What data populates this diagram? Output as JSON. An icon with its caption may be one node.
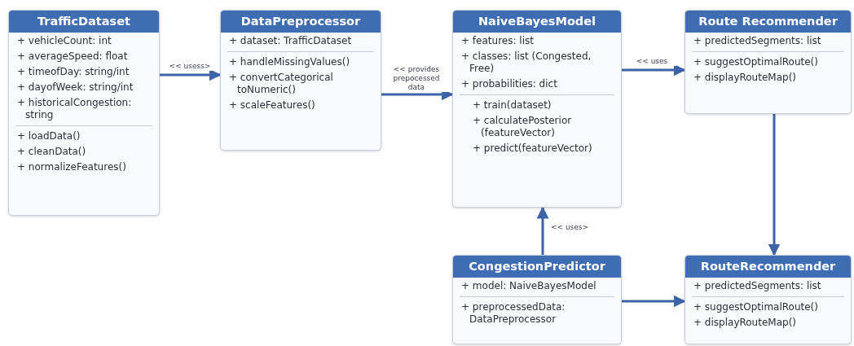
{
  "diagram": {
    "nodes": [
      {
        "text": [
          "TrafficDataset",
          "+ vehicleCount: int",
          "+ averageSpeed: float",
          "+ timeofDay: string/int",
          "+ dayofWeek: string/int",
          "+ historicalCongestion: string",
          "+ loadData()",
          "+ cleanData()",
          "+ normalizeFeatures()"
        ]
      },
      {
        "text": [
          "DataPreprocessor",
          "+ dataset: TrafficDataset",
          "+ handleMissingValues()",
          "+ convertCategorical toNumeric()",
          "+ scaleFeatures()"
        ]
      },
      {
        "text": [
          "NaiveBayesModel",
          "+ features: list",
          "+ classes: list (Congested, Free)",
          "+ probabilities: dict",
          "+ train(dataset)",
          "+ calculatePosterior (featureVector)",
          "+ predict(featureVector)"
        ]
      },
      {
        "text": [
          "Route Recommender",
          "+ predictedSegments: list",
          "+ suggestOptimalRoute()",
          "+ displayRouteMap()"
        ]
      },
      {
        "text": [
          "CongestionPredictor",
          "+ model: NaiveBayesModel",
          "+ preprocessedData: DataPreprocessor"
        ]
      },
      {
        "text": [
          "RouteRecommender",
          "+ predictedSegments: list",
          "+ suggestOptimalRoute()",
          "+ displayRouteMap()"
        ]
      }
    ],
    "edges": [
      {
        "from": 0,
        "to": 1,
        "arrow": "to",
        "label": "<< usess>"
      },
      {
        "from": 1,
        "to": 2,
        "arrow": "to",
        "label": "<< provides prepocessed data"
      },
      {
        "from": 2,
        "to": 3,
        "arrow": "to",
        "label": "<< uses"
      },
      {
        "from": 4,
        "to": 2,
        "arrow": "to",
        "label": "<< uses>"
      },
      {
        "from": 3,
        "to": 5,
        "arrow": "to"
      },
      {
        "from": 4,
        "to": 5,
        "arrow": "to"
      }
    ]
  }
}
